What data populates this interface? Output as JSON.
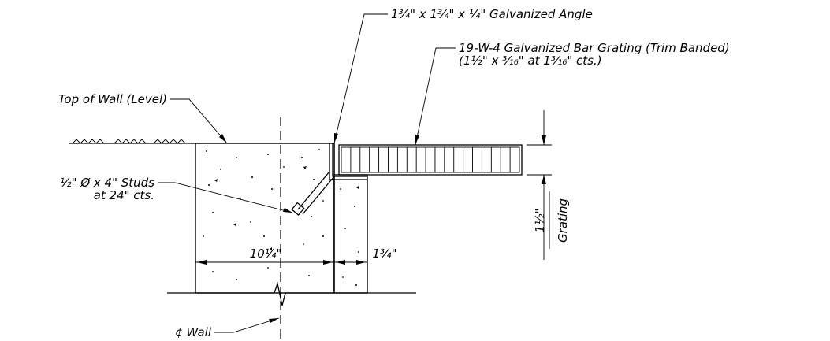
{
  "labels": {
    "angle": "1¾\" x 1¾\" x ¼\" Galvanized Angle",
    "grating_line1": "19-W-4 Galvanized Bar Grating (Trim Banded)",
    "grating_line2": "(1½\" x ³⁄₁₆\" at 1³⁄₁₆\" cts.)",
    "top_of_wall": "Top of Wall (Level)",
    "studs_line1": "½\" Ø x 4\" Studs",
    "studs_line2": "at 24\" cts.",
    "wall_centerline": "¢ Wall"
  },
  "dimensions": {
    "wall_width": "10¼\"",
    "angle_leg": "1¾\"",
    "grating_depth_value": "1½\"",
    "grating_depth_note": "Grating"
  }
}
